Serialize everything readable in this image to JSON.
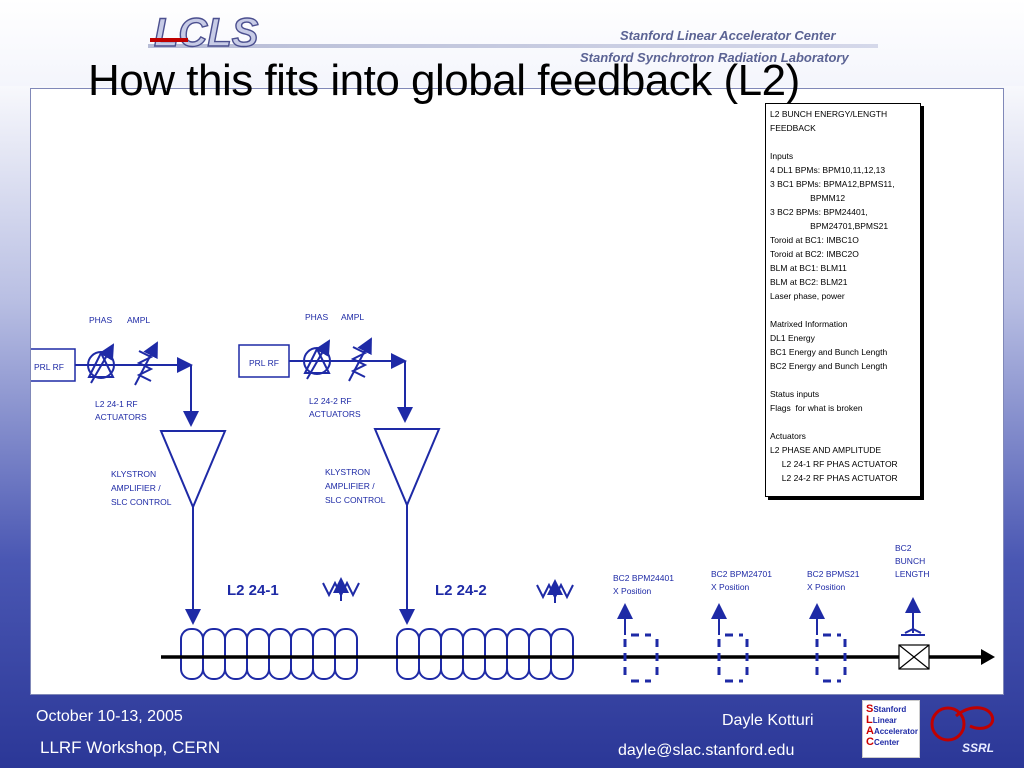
{
  "header": {
    "logo_text": "LCLS",
    "org_line1": "Stanford Linear Accelerator Center",
    "org_line2": "Stanford Synchrotron Radiation Laboratory",
    "slide_title": "How this fits into global feedback (L2)"
  },
  "diagram": {
    "station1": {
      "prl_rf": "PRL RF",
      "phas": "PHAS",
      "ampl": "AMPL",
      "actuators_line1": "L2 24-1  RF",
      "actuators_line2": "ACTUATORS",
      "klystron_line1": "KLYSTRON",
      "klystron_line2": "AMPLIFIER /",
      "klystron_line3": "SLC CONTROL",
      "section_label": "L2 24-1"
    },
    "station2": {
      "prl_rf": "PRL RF",
      "phas": "PHAS",
      "ampl": "AMPL",
      "actuators_line1": "L2 24-2  RF",
      "actuators_line2": "ACTUATORS",
      "klystron_line1": "KLYSTRON",
      "klystron_line2": "AMPLIFIER /",
      "klystron_line3": "SLC CONTROL",
      "section_label": "L2 24-2"
    },
    "bpms": [
      {
        "line1": "BC2 BPM24401",
        "line2": "X Position"
      },
      {
        "line1": "BC2 BPM24701",
        "line2": "X Position"
      },
      {
        "line1": "BC2 BPMS21",
        "line2": "X Position"
      }
    ],
    "bunch_length": {
      "line1": "BC2",
      "line2": "BUNCH",
      "line3": "LENGTH"
    },
    "info_box": "L2 BUNCH ENERGY/LENGTH\nFEEDBACK\n\nInputs\n4 DL1 BPMs: BPM10,11,12,13\n3 BC1 BPMs: BPMA12,BPMS11,\n                 BPMM12\n3 BC2 BPMs: BPM24401,\n                 BPM24701,BPMS21\nToroid at BC1: IMBC1O\nToroid at BC2: IMBC2O\nBLM at BC1: BLM11\nBLM at BC2: BLM21\nLaser phase, power\n\nMatrixed Information\nDL1 Energy\nBC1 Energy and Bunch Length\nBC2 Energy and Bunch Length\n\nStatus inputs\nFlags  for what is broken\n\nActuators\nL2 PHASE AND AMPLITUDE\n     L2 24-1 RF PHAS ACTUATOR\n     L2 24-2 RF PHAS ACTUATOR"
  },
  "footer": {
    "date": "October 10-13, 2005",
    "event": "LLRF Workshop, CERN",
    "author": "Dayle Kotturi",
    "email": "dayle@slac.stanford.edu",
    "slac_logo": [
      "Stanford",
      "Linear",
      "Accelerator",
      "Center"
    ],
    "ssrl_logo": "SSRL"
  },
  "colors": {
    "diagram_blue": "#1e2aa6",
    "accent_red": "#c00000"
  }
}
